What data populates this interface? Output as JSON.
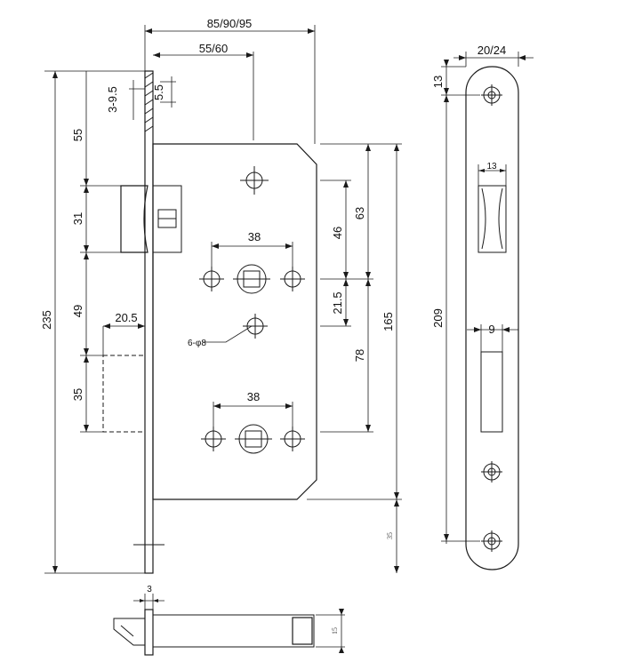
{
  "dimensions": {
    "backset_total": "85/90/95",
    "backset": "55/60",
    "faceplate_thickness": "3-9.5",
    "faceplate_offset": "5.5",
    "height_total": "235",
    "latch_from_top": "55",
    "latch_height": "31",
    "latch_to_deadbolt": "49",
    "deadbolt_height": "35",
    "deadbolt_projection": "20.5",
    "spindle_spacing_top": "38",
    "spindle_spacing_bottom": "38",
    "hole_spec": "6-φ8",
    "top_hole_to_spindle": "46",
    "case_top_to_spindle": "63",
    "spindle_offset": "21.5",
    "spindle_to_cylinder": "78",
    "case_height": "165",
    "faceplate_width": "20/24",
    "faceplate_top_margin": "13",
    "faceplate_length": "209",
    "latch_slot_width": "13",
    "bolt_slot_width": "9",
    "small_35_side": "35",
    "bottom_latch_thickness": "3",
    "bottom_latch_height": "15"
  }
}
